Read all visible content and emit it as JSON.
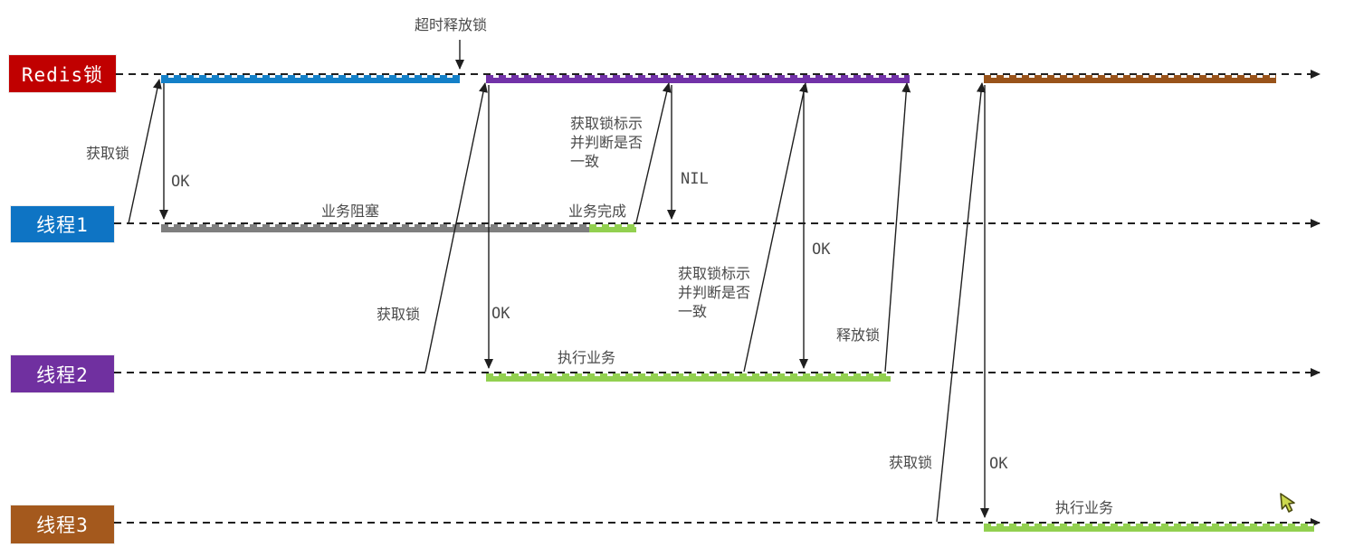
{
  "lanes": [
    {
      "label": "Redis锁",
      "color": "#c00000"
    },
    {
      "label": "线程1",
      "color": "#0e74c4"
    },
    {
      "label": "线程2",
      "color": "#7030a0"
    },
    {
      "label": "线程3",
      "color": "#a4591d"
    }
  ],
  "bars": [
    {
      "name": "redis-lock-held-by-thread1",
      "color": "#1480c8"
    },
    {
      "name": "redis-lock-held-by-thread2",
      "color": "#7232a8"
    },
    {
      "name": "redis-lock-held-by-thread3",
      "color": "#99531a"
    },
    {
      "name": "thread1-business-blocked",
      "color": "#7f7f7f"
    },
    {
      "name": "thread1-business-finished",
      "color": "#92d050"
    },
    {
      "name": "thread2-business-exec",
      "color": "#92d050"
    },
    {
      "name": "thread3-business-exec",
      "color": "#92d050"
    }
  ],
  "annotations": {
    "t1_acquire": "获取锁",
    "t1_ok": "OK",
    "timeout_release": "超时释放锁",
    "t1_blocked": "业务阻塞",
    "t1_done": "业务完成",
    "t1_check": "获取锁标示\n并判断是否\n一致",
    "t1_nil": "NIL",
    "t2_acquire": "获取锁",
    "t2_ok1": "OK",
    "t2_exec": "执行业务",
    "t2_check": "获取锁标示\n并判断是否\n一致",
    "t2_ok2": "OK",
    "t2_release": "释放锁",
    "t3_acquire": "获取锁",
    "t3_ok": "OK",
    "t3_exec": "执行业务"
  },
  "line_color": "#1f1f1f",
  "cursor_color": "#ccd84e"
}
